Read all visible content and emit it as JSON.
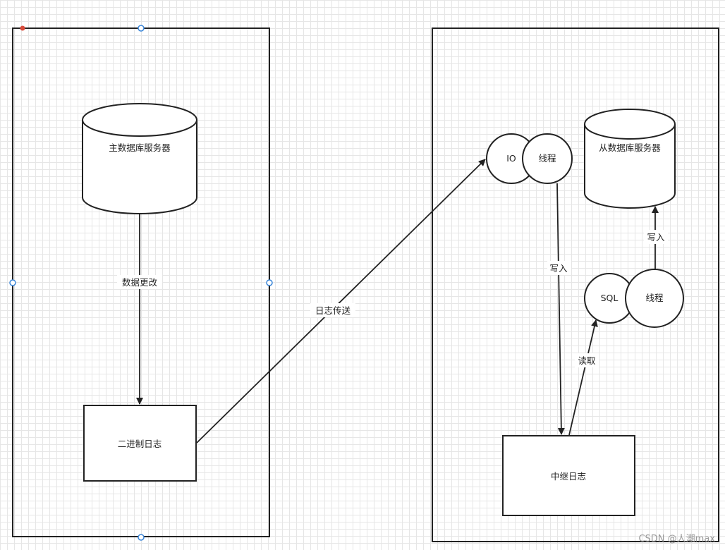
{
  "diagram": {
    "master_db": "主数据库服务器",
    "data_change": "数据更改",
    "binlog": "二进制日志",
    "log_ship": "日志传送",
    "io_label": "IO",
    "io_thread": "线程",
    "write_1": "写入",
    "relay_log": "中继日志",
    "read": "读取",
    "sql_label": "SQL",
    "sql_thread": "线程",
    "write_2": "写入",
    "slave_db": "从数据库服务器"
  },
  "watermark": "CSDN @人潮max",
  "colors": {
    "stroke": "#222222",
    "handle": "#3b86d8",
    "handle_red": "#d94b3b"
  }
}
